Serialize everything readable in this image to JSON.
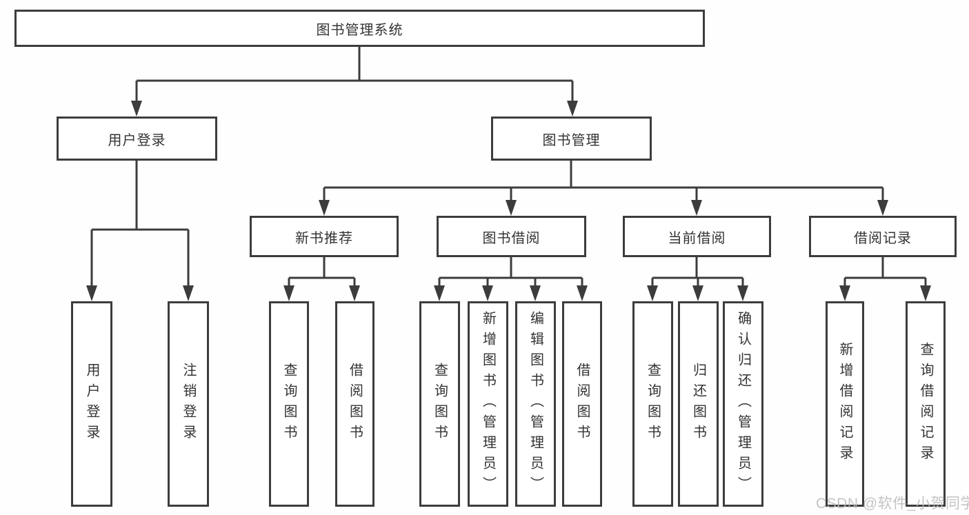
{
  "tree": {
    "root": {
      "label": "图书管理系统"
    },
    "user": {
      "label": "用户登录",
      "children": [
        {
          "label": "用户登录"
        },
        {
          "label": "注销登录"
        }
      ]
    },
    "book": {
      "label": "图书管理",
      "children": [
        {
          "label": "新书推荐",
          "children": [
            {
              "label": "查询图书"
            },
            {
              "label": "借阅图书"
            }
          ]
        },
        {
          "label": "图书借阅",
          "children": [
            {
              "label": "查询图书"
            },
            {
              "label": "新增图书（管理员）"
            },
            {
              "label": "编辑图书（管理员）"
            },
            {
              "label": "借阅图书"
            }
          ]
        },
        {
          "label": "当前借阅",
          "children": [
            {
              "label": "查询图书"
            },
            {
              "label": "归还图书"
            },
            {
              "label": "确认归还（管理员）"
            }
          ]
        },
        {
          "label": "借阅记录",
          "children": [
            {
              "label": "新增借阅记录"
            },
            {
              "label": "查询借阅记录"
            }
          ]
        }
      ]
    }
  },
  "watermark": {
    "text": "CSDN @软件_小贺同学"
  },
  "colors": {
    "line": "#3c3c3c",
    "text": "#333333",
    "background": "#ffffff",
    "watermark": "#bababa"
  }
}
